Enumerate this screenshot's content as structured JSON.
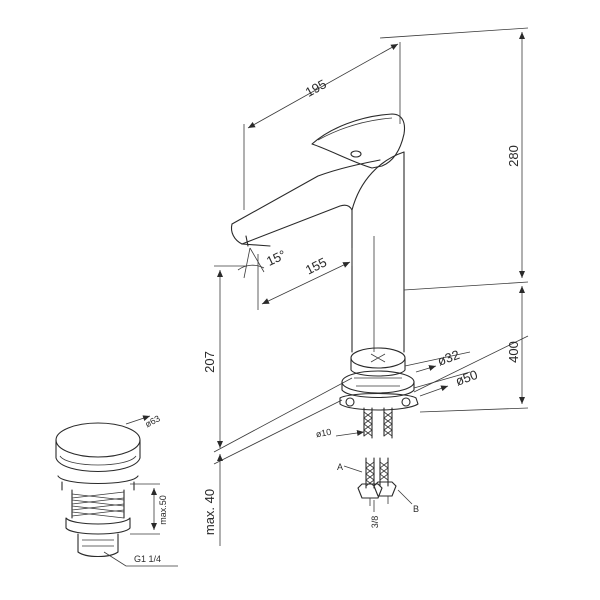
{
  "diagram": {
    "tap_dimensions": {
      "spout_length": "195",
      "body_height": "280",
      "spout_reach": "155",
      "spout_angle": "15°",
      "spout_height": "207",
      "base_height": "400",
      "max_deck_thickness": "max. 40",
      "base_diameter": "ø32",
      "flange_diameter": "ø50",
      "hose_diameter": "ø10"
    },
    "connection_labels": {
      "hose_a": "A",
      "hose_b": "B",
      "thread": "3/8"
    },
    "waste_dimensions": {
      "cap_diameter": "ø63",
      "max_length": "max.50",
      "thread": "G1 1/4"
    }
  }
}
